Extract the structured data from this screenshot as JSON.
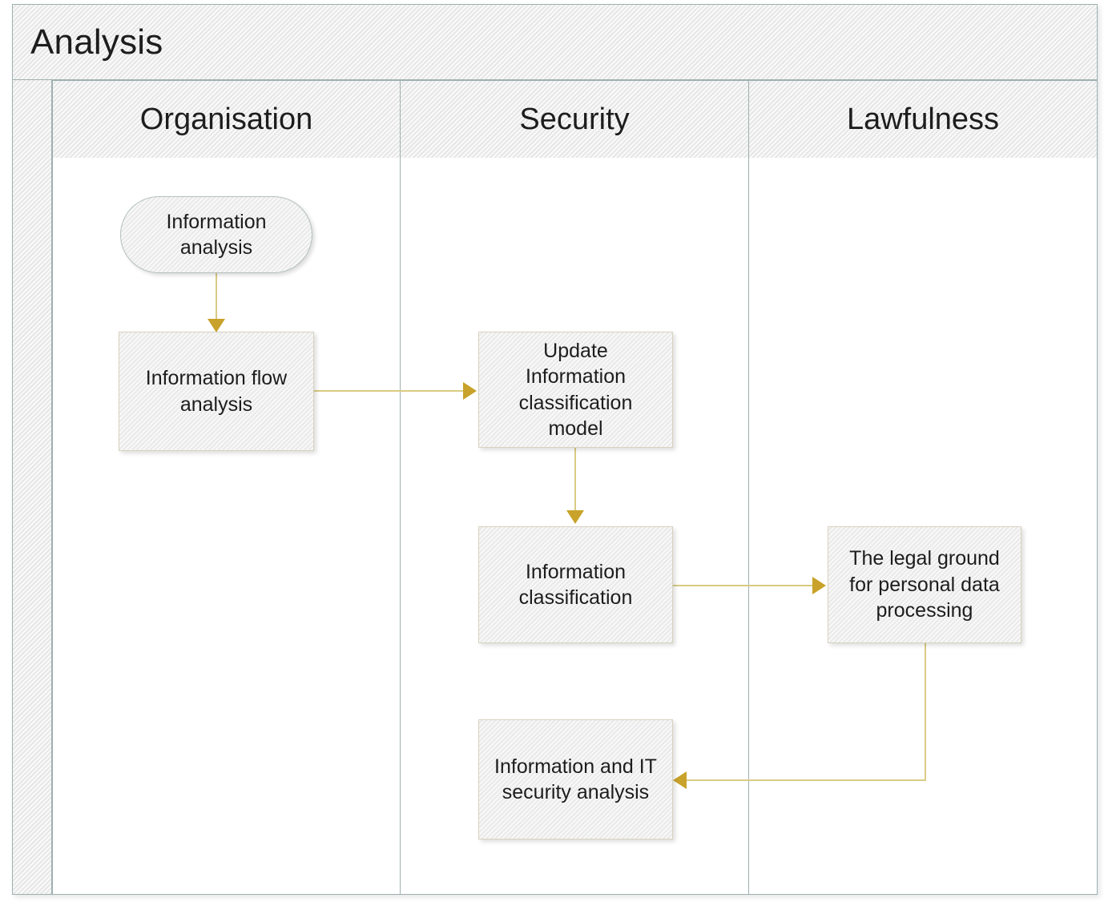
{
  "diagram": {
    "type": "swimlane-flowchart",
    "pool_title": "Analysis",
    "lanes": [
      {
        "id": "organisation",
        "label": "Organisation"
      },
      {
        "id": "security",
        "label": "Security"
      },
      {
        "id": "lawfulness",
        "label": "Lawfulness"
      }
    ],
    "nodes": [
      {
        "id": "information-analysis",
        "label": "Information\nanalysis",
        "shape": "terminator",
        "lane": "organisation"
      },
      {
        "id": "information-flow-analysis",
        "label": "Information flow\nanalysis",
        "shape": "process",
        "lane": "organisation"
      },
      {
        "id": "update-information-classification-model",
        "label": "Update\nInformation\nclassification\nmodel",
        "shape": "process",
        "lane": "security"
      },
      {
        "id": "information-classification",
        "label": "Information\nclassification",
        "shape": "process",
        "lane": "security"
      },
      {
        "id": "the-legal-ground-for-personal-data-processing",
        "label": "The legal ground\nfor personal data\nprocessing",
        "shape": "process",
        "lane": "lawfulness"
      },
      {
        "id": "information-and-it-security-analysis",
        "label": "Information and IT\nsecurity analysis",
        "shape": "process",
        "lane": "security"
      }
    ],
    "connectors": [
      {
        "id": "c1",
        "from": "information-analysis",
        "to": "information-flow-analysis",
        "direction": "down"
      },
      {
        "id": "c2",
        "from": "information-flow-analysis",
        "to": "update-information-classification-model",
        "direction": "right"
      },
      {
        "id": "c3",
        "from": "update-information-classification-model",
        "to": "information-classification",
        "direction": "down"
      },
      {
        "id": "c4",
        "from": "information-classification",
        "to": "the-legal-ground-for-personal-data-processing",
        "direction": "right"
      },
      {
        "id": "c5",
        "from": "the-legal-ground-for-personal-data-processing",
        "to": "information-and-it-security-analysis",
        "direction": "elbow-down-left"
      }
    ],
    "colors": {
      "frame_border": "#9fb0b0",
      "band_fill": "#ececec",
      "node_fill": "#eeeeee",
      "node_border": "#d7d2c0",
      "terminator_border": "#b4bfbf",
      "connector_line": "#d9cb83",
      "arrowhead": "#c8a22a",
      "text": "#1d1d1d"
    }
  }
}
